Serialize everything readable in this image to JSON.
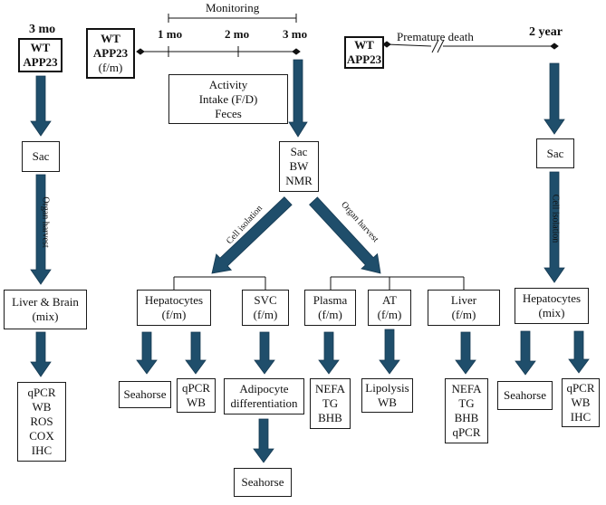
{
  "left_col": {
    "time": "3 mo",
    "groups": [
      "WT",
      "APP23"
    ],
    "sac": "Sac",
    "harvest": "Organ harvest",
    "tissue": [
      "Liver & Brain",
      "(mix)"
    ],
    "assays": [
      "qPCR",
      "WB",
      "ROS",
      "COX",
      "IHC"
    ]
  },
  "center": {
    "monitoring": "Monitoring",
    "ticks": [
      "1 mo",
      "2 mo",
      "3 mo"
    ],
    "groups": [
      "WT",
      "APP23",
      "(f/m)"
    ],
    "measures": [
      "Activity",
      "Intake (F/D)",
      "Feces"
    ],
    "sac": [
      "Sac",
      "BW",
      "NMR"
    ],
    "cell_isolation": "Cell isolation",
    "organ_harvest": "Organ harvest",
    "hepatocytes": [
      "Hepatocytes",
      "(f/m)"
    ],
    "svc": [
      "SVC",
      "(f/m)"
    ],
    "plasma": [
      "Plasma",
      "(f/m)"
    ],
    "at": [
      "AT",
      "(f/m)"
    ],
    "liver": [
      "Liver",
      "(f/m)"
    ],
    "hep_seahorse": "Seahorse",
    "hep_assays": [
      "qPCR",
      "WB"
    ],
    "adipocyte": [
      "Adipocyte",
      "differentiation"
    ],
    "svc_seahorse": "Seahorse",
    "plasma_assays": [
      "NEFA",
      "TG",
      "BHB"
    ],
    "at_assays": [
      "Lipolysis",
      "WB"
    ],
    "liver_assays": [
      "NEFA",
      "TG",
      "BHB",
      "qPCR"
    ]
  },
  "right_col": {
    "groups": [
      "WT",
      "APP23"
    ],
    "premature": "Premature death",
    "time": "2 year",
    "sac": "Sac",
    "cell_isolation": "Cell isolation",
    "hepatocytes": [
      "Hepatocytes",
      "(mix)"
    ],
    "seahorse": "Seahorse",
    "assays": [
      "qPCR",
      "WB",
      "IHC"
    ]
  },
  "colors": {
    "arrow": "#1f4e6b",
    "line": "#111111"
  }
}
